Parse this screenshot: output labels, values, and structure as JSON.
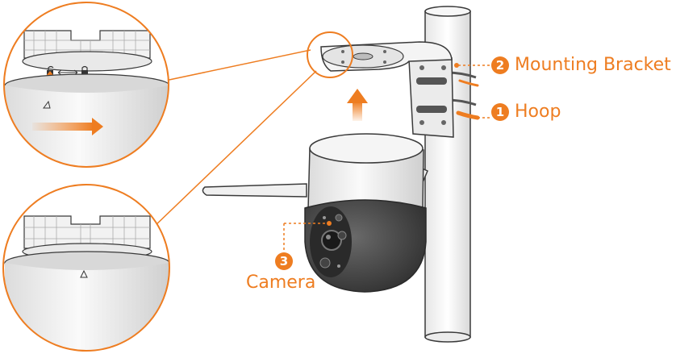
{
  "callouts": [
    {
      "number": "1",
      "label": "Hoop"
    },
    {
      "number": "2",
      "label": "Mounting Bracket"
    },
    {
      "number": "3",
      "label": "Camera"
    }
  ],
  "colors": {
    "accent": "#ee7d21",
    "outline": "#3a3a3a",
    "housing": "#f2f2f2",
    "dome": "#4a4a4a"
  },
  "icons": [
    "lock-icon",
    "unlock-icon",
    "triangle-mark-icon",
    "arrow-up-icon",
    "arrow-right-icon"
  ]
}
